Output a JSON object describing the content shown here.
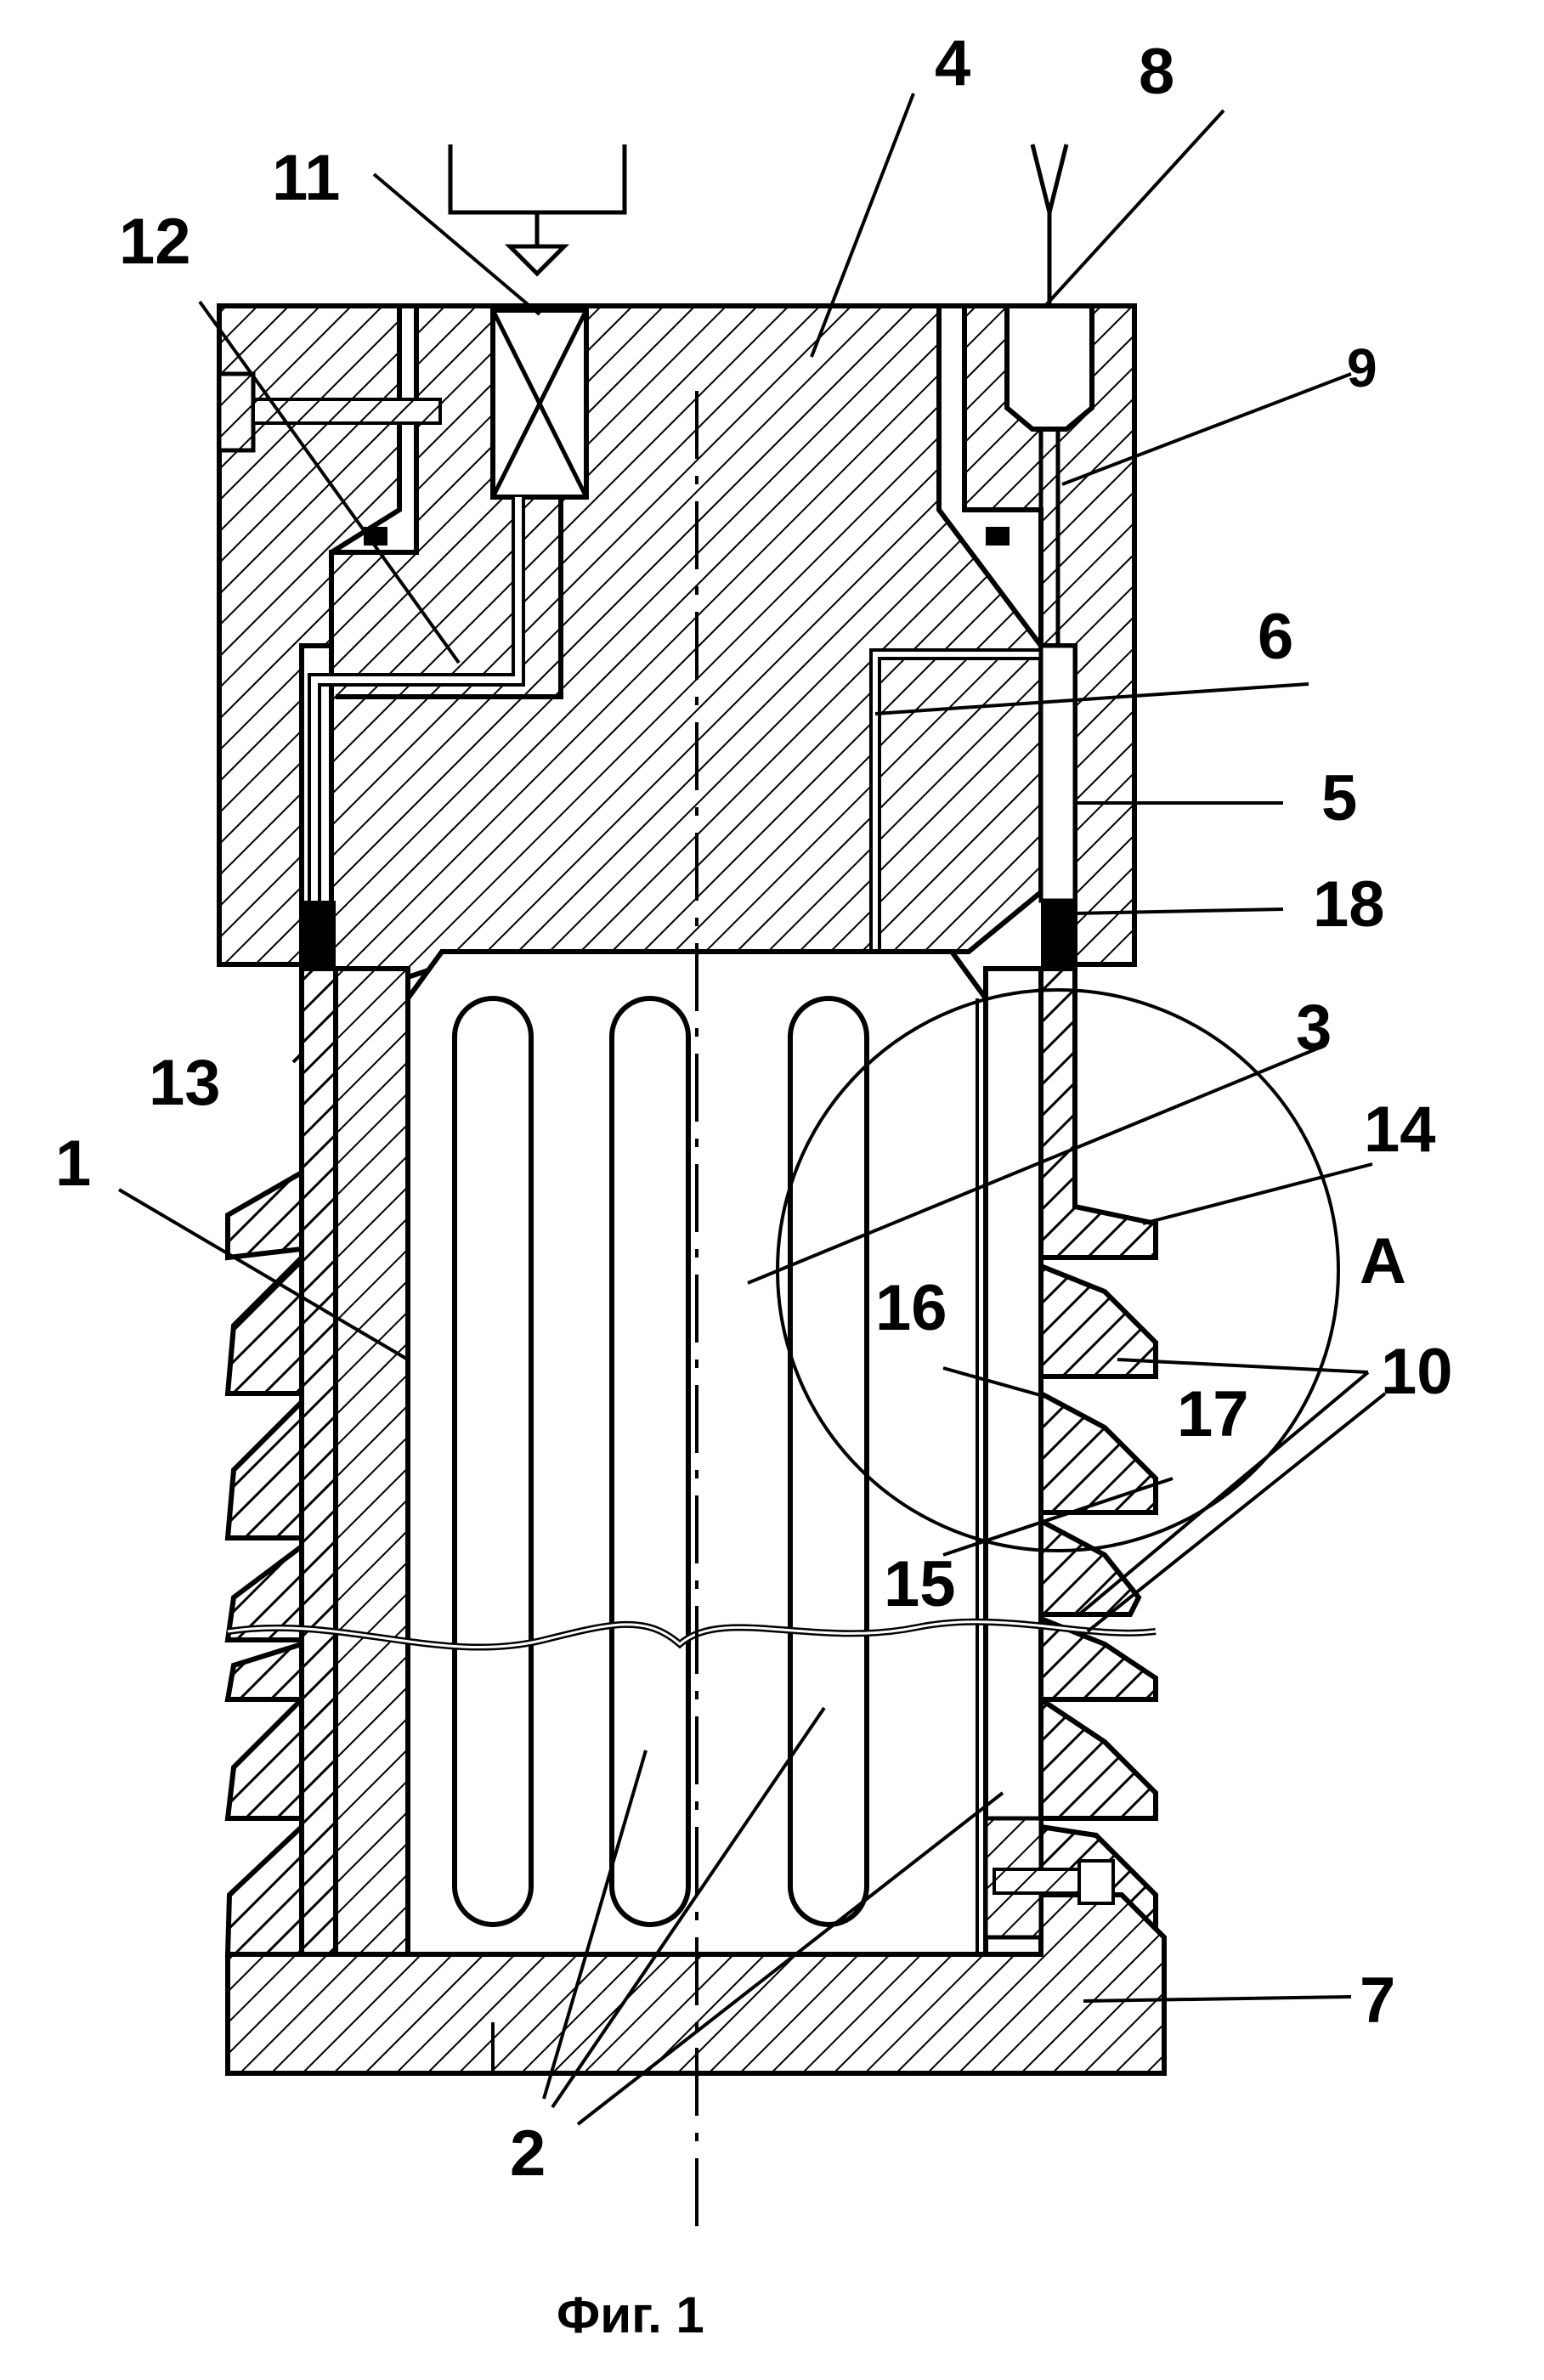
{
  "figure": {
    "caption": "Фиг. 1",
    "labels": {
      "l1": "1",
      "l2": "2",
      "l3": "3",
      "l4": "4",
      "l5": "5",
      "l6": "6",
      "l7": "7",
      "l8": "8",
      "l9": "9",
      "l10": "10",
      "l11": "11",
      "l12": "12",
      "l13": "13",
      "l14": "14",
      "l15": "15",
      "l16": "16",
      "l17": "17",
      "l18": "18",
      "lA": "А"
    }
  },
  "colors": {
    "ink": "#000000",
    "paper": "#ffffff"
  }
}
